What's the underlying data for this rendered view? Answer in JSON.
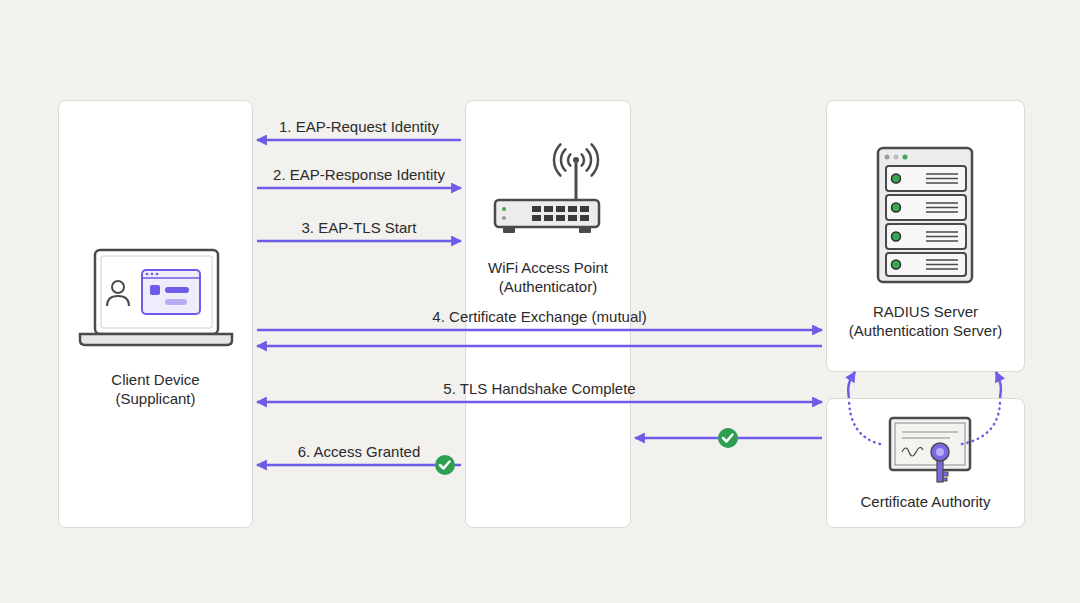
{
  "diagram": {
    "nodes": [
      {
        "text": [
          "Client Device (Supplicant)"
        ]
      },
      {
        "text": [
          "WiFi Access Point (Authenticator)"
        ]
      },
      {
        "text": [
          "RADIUS Server (Authentication Server)"
        ]
      },
      {
        "text": [
          "Certificate Authority"
        ]
      }
    ],
    "edges": [
      {
        "from": 1,
        "to": 0,
        "arrow": "to",
        "label": "1. EAP-Request Identity"
      },
      {
        "from": 0,
        "to": 1,
        "arrow": "to",
        "label": "2. EAP-Response Identity"
      },
      {
        "from": 0,
        "to": 1,
        "arrow": "to",
        "label": "3. EAP-TLS Start"
      },
      {
        "from": 0,
        "to": 2,
        "arrow": "to",
        "label": "4. Certificate Exchange (mutual)"
      },
      {
        "from": 2,
        "to": 0,
        "arrow": "to"
      },
      {
        "from": 0,
        "to": 3,
        "arrow": "both",
        "label": "5. TLS Handshake Complete"
      },
      {
        "from": 3,
        "to": 1,
        "arrow": "to"
      },
      {
        "from": 1,
        "to": 0,
        "arrow": "to",
        "label": "6. Access Granted"
      },
      {
        "from": 3,
        "to": 2,
        "arrow": "to"
      },
      {
        "from": 3,
        "to": 2,
        "arrow": "to"
      }
    ]
  }
}
